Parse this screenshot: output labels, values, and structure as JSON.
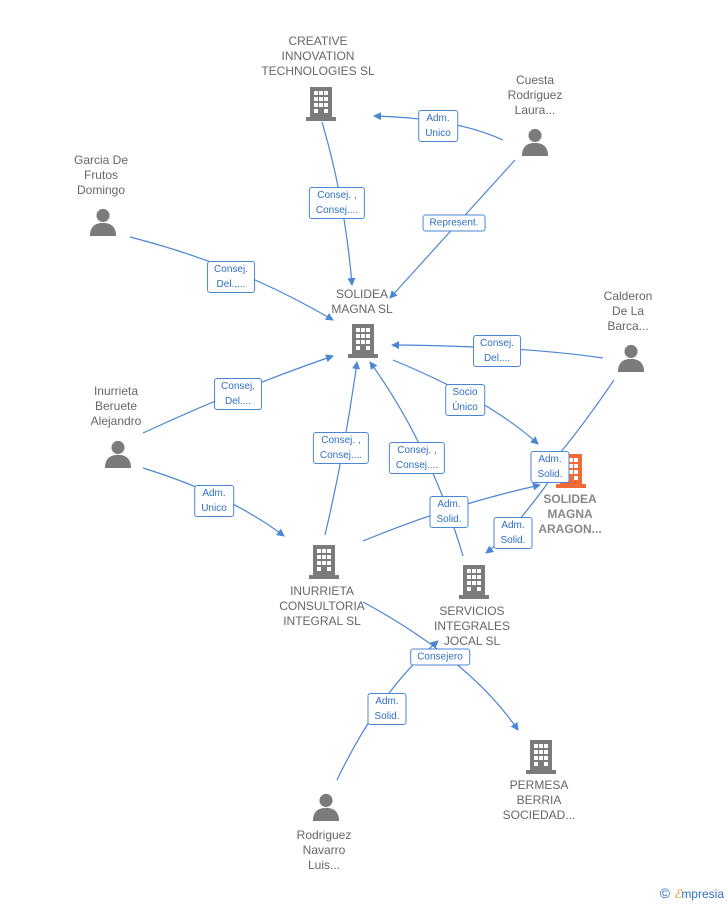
{
  "colors": {
    "edge": "#4a86d4",
    "node": "#7b7b7b",
    "highlight": "#f26a35",
    "label_border": "#4a86d4"
  },
  "nodes": {
    "creative": {
      "line1": "CREATIVE",
      "line2": "INNOVATION",
      "line3": "TECHNOLOGIES SL",
      "icon": "building-icon"
    },
    "cuesta": {
      "line1": "Cuesta",
      "line2": "Rodriguez",
      "line3": "Laura...",
      "icon": "person-icon"
    },
    "garcia": {
      "line1": "Garcia De",
      "line2": "Frutos",
      "line3": "Domingo",
      "icon": "person-icon"
    },
    "solidea_magna": {
      "line1": "SOLIDEA",
      "line2": "MAGNA SL",
      "icon": "building-icon"
    },
    "calderon": {
      "line1": "Calderon",
      "line2": "De La",
      "line3": "Barca...",
      "icon": "person-icon"
    },
    "inurrieta_beruete": {
      "line1": "Inurrieta",
      "line2": "Beruete",
      "line3": "Alejandro",
      "icon": "person-icon"
    },
    "solidea_aragon": {
      "line1": "SOLIDEA",
      "line2": "MAGNA",
      "line3": "ARAGON...",
      "icon": "building-icon"
    },
    "inurrieta_consultoria": {
      "line1": "INURRIETA",
      "line2": "CONSULTORIA",
      "line3": "INTEGRAL SL",
      "icon": "building-icon"
    },
    "servicios": {
      "line1": "SERVICIOS",
      "line2": "INTEGRALES",
      "line3": "JOCAL SL",
      "icon": "building-icon"
    },
    "permesa": {
      "line1": "PERMESA",
      "line2": "BERRIA",
      "line3": "SOCIEDAD...",
      "icon": "building-icon"
    },
    "rodriguez": {
      "line1": "Rodriguez",
      "line2": "Navarro",
      "line3": "Luis...",
      "icon": "person-icon"
    }
  },
  "edges": {
    "cuesta_creative": {
      "l1": "Adm.",
      "l2": "Unico"
    },
    "creative_solidea": {
      "l1": "Consej. ,",
      "l2": "Consej...."
    },
    "cuesta_solidea": {
      "l1": "Represent."
    },
    "garcia_solidea": {
      "l1": "Consej.",
      "l2": "Del.,..."
    },
    "calderon_solidea": {
      "l1": "Consej.",
      "l2": "Del...."
    },
    "solidea_aragon_socio": {
      "l1": "Socio",
      "l2": "Único"
    },
    "inurrieta_solidea": {
      "l1": "Consej.",
      "l2": "Del...."
    },
    "consultoria_solidea": {
      "l1": "Consej. ,",
      "l2": "Consej...."
    },
    "servicios_solidea": {
      "l1": "Consej. ,",
      "l2": "Consej...."
    },
    "calderon_aragon": {
      "l1": "Adm.",
      "l2": "Solid."
    },
    "inurrieta_consultoria": {
      "l1": "Adm.",
      "l2": "Unico"
    },
    "consultoria_aragon": {
      "l1": "Adm.",
      "l2": "Solid."
    },
    "aragon_servicios": {
      "l1": "Adm.",
      "l2": "Solid."
    },
    "consultoria_permesa": {
      "l1": "Consejero"
    },
    "rodriguez_servicios": {
      "l1": "Adm.",
      "l2": "Solid."
    }
  },
  "brand": {
    "symbol": "©",
    "e": "ℰ",
    "name": "mpresia"
  }
}
